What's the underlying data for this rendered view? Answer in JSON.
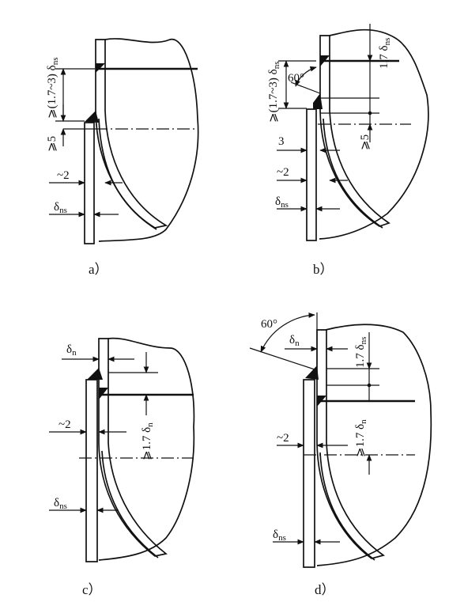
{
  "figure": {
    "a": {
      "caption": "a）",
      "fillet_height": "⩾(1.7~3) δ",
      "fillet_height_sub": "ns",
      "offset": "⩾5",
      "gap": "~2",
      "plate_thickness": "δ",
      "plate_thickness_sub": "ns"
    },
    "b": {
      "caption": "b）",
      "fillet_height": "⩾(1.7~3) δ",
      "fillet_height_sub": "ns",
      "bevel_angle": "60°",
      "weld_height": "1.7 δ",
      "weld_height_sub": "ns",
      "offset": "⩾5",
      "land": "3",
      "gap": "~2",
      "plate_thickness": "δ",
      "plate_thickness_sub": "ns"
    },
    "c": {
      "caption": "c）",
      "head_thickness": "δ",
      "head_thickness_sub": "n",
      "weld_height": "⩾1.7 δ",
      "weld_height_sub": "n",
      "gap": "~2",
      "plate_thickness": "δ",
      "plate_thickness_sub": "ns"
    },
    "d": {
      "caption": "d）",
      "bevel_angle": "60°",
      "head_thickness": "δ",
      "head_thickness_sub": "n",
      "weld_height": "1.7 δ",
      "weld_height_sub": "ns",
      "min_height": "⩾1.7 δ",
      "min_height_sub": "n",
      "gap": "~2",
      "plate_thickness": "δ",
      "plate_thickness_sub": "ns"
    }
  }
}
